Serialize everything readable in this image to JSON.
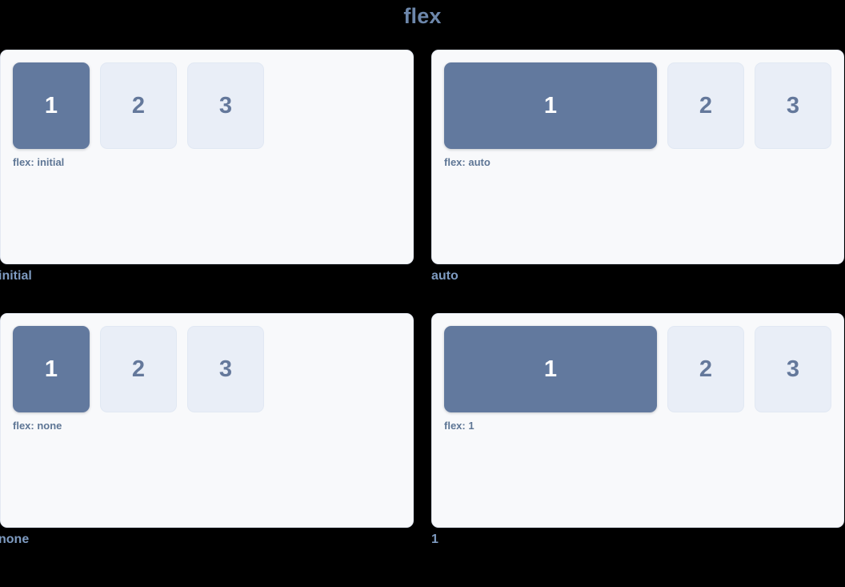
{
  "page": {
    "title": "flex",
    "background_color": "#000000",
    "title_color": "#6d87ab"
  },
  "colors": {
    "panel_bg": "#f8f9fb",
    "panel_border": "#e4e9f2",
    "primary_box_bg": "#62799e",
    "primary_box_text": "#ffffff",
    "muted_box_bg": "#e9eef7",
    "muted_box_text": "#64789b",
    "code_label": "#5e7695",
    "section_label": "#7e9bc1"
  },
  "sections": [
    {
      "name": "initial",
      "section_label": "initial",
      "code_label": "flex: initial",
      "mode_class": "mode-initial",
      "boxes": [
        {
          "label": "1",
          "style": "primary"
        },
        {
          "label": "2",
          "style": "muted"
        },
        {
          "label": "3",
          "style": "muted"
        }
      ]
    },
    {
      "name": "auto",
      "section_label": "auto",
      "code_label": "flex: auto",
      "mode_class": "mode-auto",
      "boxes": [
        {
          "label": "1",
          "style": "primary"
        },
        {
          "label": "2",
          "style": "muted"
        },
        {
          "label": "3",
          "style": "muted"
        }
      ]
    },
    {
      "name": "none",
      "section_label": "none",
      "code_label": "flex: none",
      "mode_class": "mode-none",
      "boxes": [
        {
          "label": "1",
          "style": "primary"
        },
        {
          "label": "2",
          "style": "muted"
        },
        {
          "label": "3",
          "style": "muted"
        }
      ]
    },
    {
      "name": "one",
      "section_label": "1",
      "code_label": "flex: 1",
      "mode_class": "mode-one",
      "boxes": [
        {
          "label": "1",
          "style": "primary"
        },
        {
          "label": "2",
          "style": "muted"
        },
        {
          "label": "3",
          "style": "muted"
        }
      ]
    }
  ]
}
